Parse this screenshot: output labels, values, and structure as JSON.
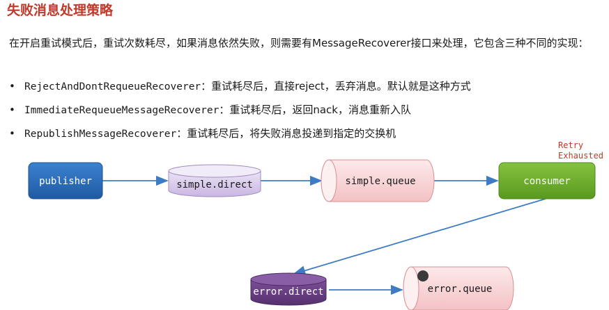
{
  "title": "失败消息处理策略",
  "intro": "在开启重试模式后，重试次数耗尽，如果消息依然失败，则需要有MessageRecoverer接口来处理，它包含三种不同的实现：",
  "bullets": [
    {
      "code": "RejectAndDontRequeueRecoverer",
      "desc": "：重试耗尽后，直接reject，丢弃消息。默认就是这种方式"
    },
    {
      "code": "ImmediateRequeueMessageRecoverer",
      "desc": "：重试耗尽后，返回nack，消息重新入队"
    },
    {
      "code": "RepublishMessageRecoverer",
      "desc": "：重试耗尽后，将失败消息投递到指定的交换机"
    }
  ],
  "bullet_symbol": "•",
  "diagram": {
    "publisher": "publisher",
    "simple_direct": "simple.direct",
    "simple_queue": "simple.queue",
    "consumer": "consumer",
    "error_direct": "error.direct",
    "error_queue": "error.queue",
    "retry_note": "Retry\nExhausted"
  },
  "colors": {
    "title": "#c0392b",
    "publisher": "#2e6db5",
    "exchange_purple": "#d9cdec",
    "queue_pink": "#f7d5d7",
    "consumer": "#6aaa2c",
    "error_exchange": "#6b3e86",
    "arrow": "#3d7bc4"
  }
}
